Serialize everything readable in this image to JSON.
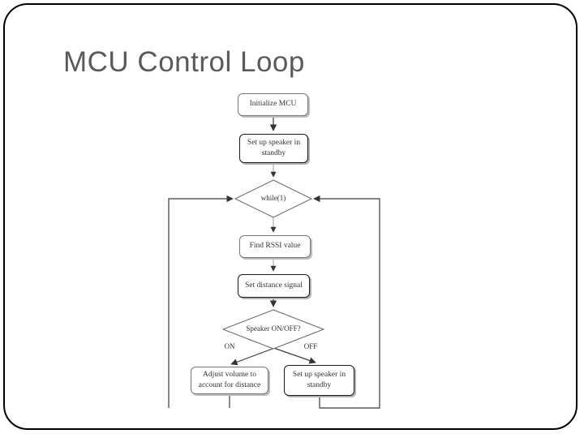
{
  "slide": {
    "title": "MCU Control Loop",
    "title_color": "#5a5a5a",
    "background_color": "#ffffff",
    "border_color": "#000000"
  },
  "flowchart": {
    "nodes": [
      {
        "id": "initialize-mcu",
        "type": "process",
        "label": "Initialize MCU"
      },
      {
        "id": "setup-standby",
        "type": "process",
        "label": "Set up speaker in\nstandby"
      },
      {
        "id": "while-loop",
        "type": "decision",
        "label": "while(1)"
      },
      {
        "id": "find-rssi",
        "type": "process",
        "label": "Find RSSI value"
      },
      {
        "id": "set-distance",
        "type": "process",
        "label": "Set distance signal"
      },
      {
        "id": "speaker-on-off",
        "type": "decision",
        "label": "Speaker ON/OFF?"
      },
      {
        "id": "adjust-volume",
        "type": "process",
        "label": "Adjust volume to\naccount for distance"
      },
      {
        "id": "setup-standby-2",
        "type": "process",
        "label": "Set up speaker in\nstandby"
      }
    ],
    "branch_labels": {
      "on": "ON",
      "off": "OFF"
    },
    "line_colors": {
      "dark": "#3a3a3a",
      "light": "#a0a0a0"
    }
  }
}
